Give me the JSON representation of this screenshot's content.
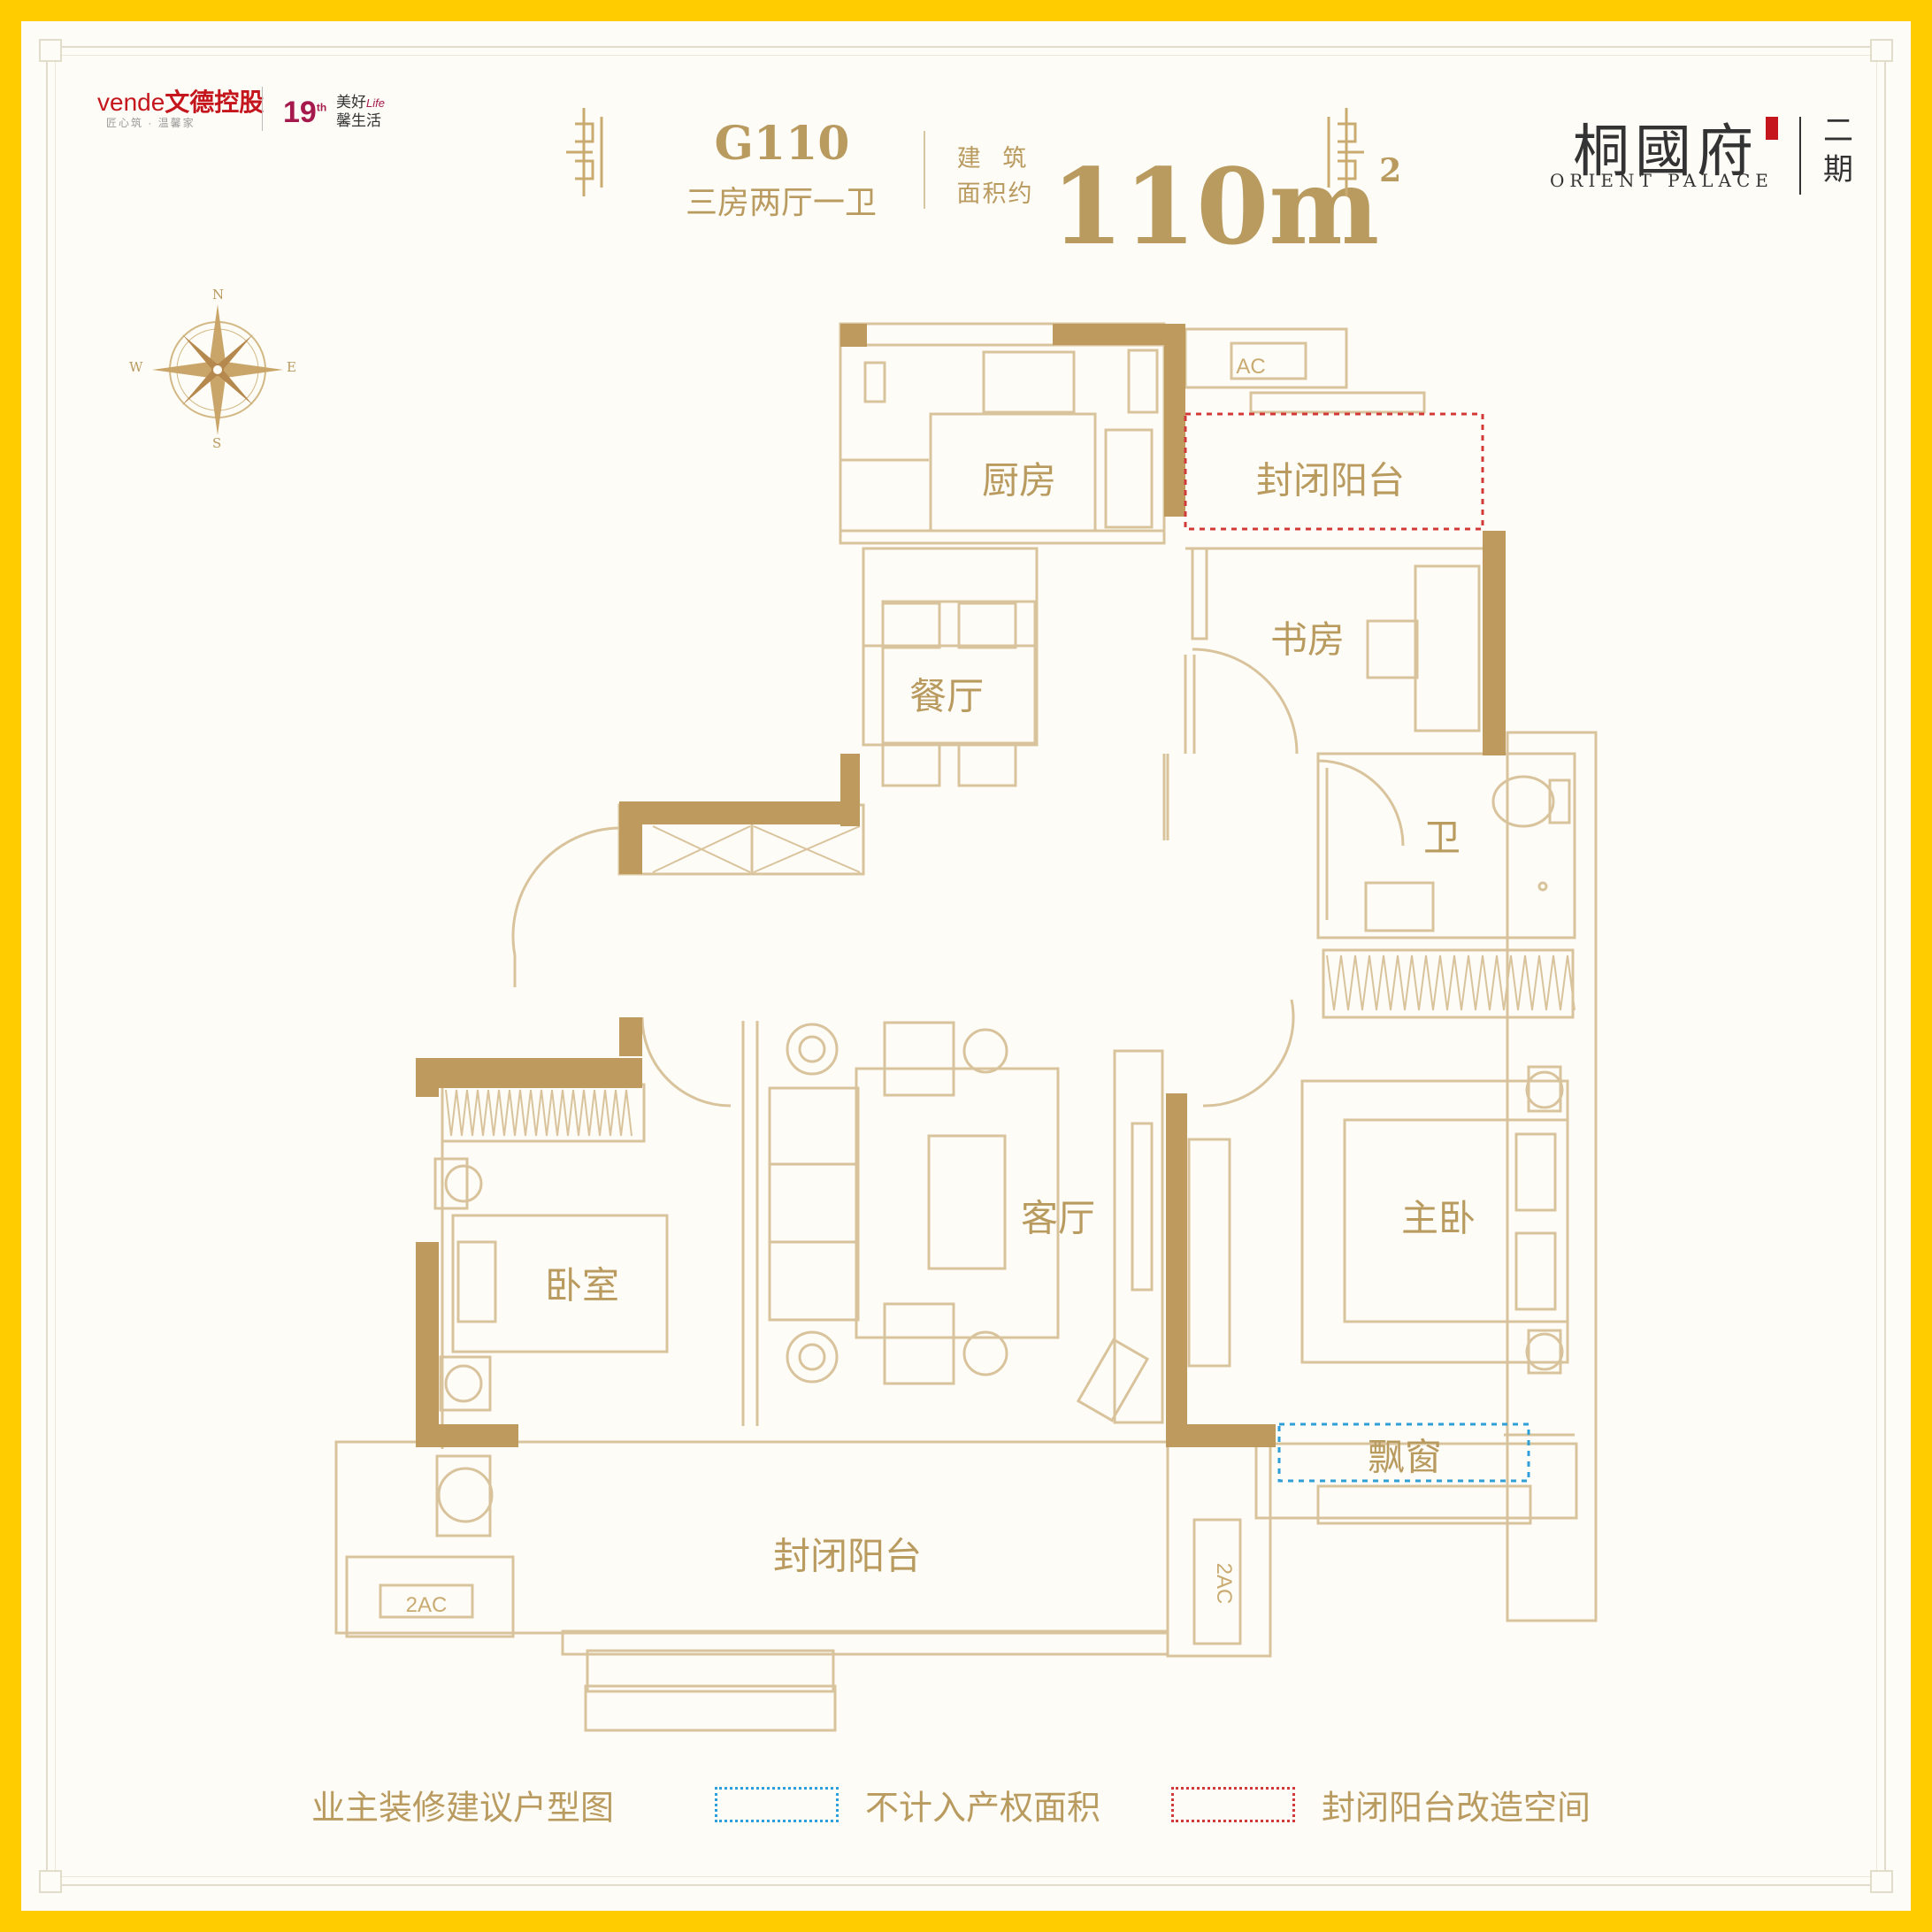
{
  "brand": {
    "developer_en": "vende",
    "developer_cn": "文德控股",
    "developer_slogan": "匠心筑 · 温馨家",
    "anniversary_num": "19",
    "anniversary_sup": "th",
    "anniversary_cn_line1": "美好",
    "anniversary_en": "Life",
    "anniversary_cn_line2": "馨生活"
  },
  "title": {
    "unit_code": "G110",
    "unit_type": "三房两厅一卫",
    "area_label_line1": "建 筑",
    "area_label_line2": "面积约",
    "area_value": "110m",
    "area_unit_sup": "2"
  },
  "project_logo": {
    "name_cn": "桐國府",
    "name_en": "ORIENT PALACE",
    "phase": "二期"
  },
  "compass": {
    "n": "N",
    "s": "S",
    "e": "E",
    "w": "W"
  },
  "rooms": {
    "kitchen": "厨房",
    "closed_balcony_north": "封闭阳台",
    "study": "书房",
    "dining": "餐厅",
    "bathroom": "卫",
    "living": "客厅",
    "bedroom": "卧室",
    "master_bedroom": "主卧",
    "bay_window": "飘窗",
    "closed_balcony_south": "封闭阳台"
  },
  "ac_labels": {
    "north": "AC",
    "south_west": "2AC",
    "south_east": "2AC"
  },
  "legend": {
    "caption": "业主装修建议户型图",
    "blue_label": "不计入产权面积",
    "red_label": "封闭阳台改造空间"
  },
  "colors": {
    "gold": "#b99a5f",
    "wall": "#bf9a5e",
    "line": "#d9c39c",
    "border_yellow": "#ffcc00",
    "legend_blue": "#2f9fd9",
    "legend_red": "#d23a3a"
  }
}
